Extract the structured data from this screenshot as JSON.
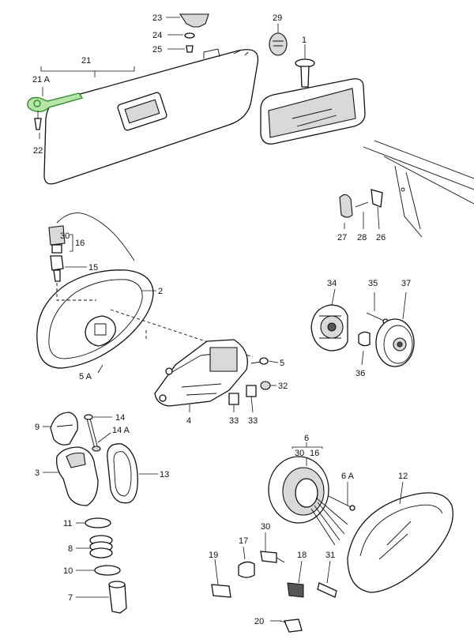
{
  "diagram": {
    "title": "Exploded parts diagram: sun visor, interior mirror and exterior mirror",
    "highlight_color": "#2e8b2e",
    "callouts": [
      {
        "id": "21",
        "label": "21"
      },
      {
        "id": "21A",
        "label": "21 A"
      },
      {
        "id": "22",
        "label": "22"
      },
      {
        "id": "23",
        "label": "23"
      },
      {
        "id": "24",
        "label": "24"
      },
      {
        "id": "25",
        "label": "25"
      },
      {
        "id": "29",
        "label": "29"
      },
      {
        "id": "1",
        "label": "1"
      },
      {
        "id": "27",
        "label": "27"
      },
      {
        "id": "28",
        "label": "28"
      },
      {
        "id": "26",
        "label": "26"
      },
      {
        "id": "30a",
        "label": "30"
      },
      {
        "id": "16a",
        "label": "16"
      },
      {
        "id": "15",
        "label": "15"
      },
      {
        "id": "2",
        "label": "2"
      },
      {
        "id": "34",
        "label": "34"
      },
      {
        "id": "35",
        "label": "35"
      },
      {
        "id": "37",
        "label": "37"
      },
      {
        "id": "36",
        "label": "36"
      },
      {
        "id": "5",
        "label": "5"
      },
      {
        "id": "5A",
        "label": "5 A"
      },
      {
        "id": "32",
        "label": "32"
      },
      {
        "id": "4",
        "label": "4"
      },
      {
        "id": "33a",
        "label": "33"
      },
      {
        "id": "33b",
        "label": "33"
      },
      {
        "id": "9",
        "label": "9"
      },
      {
        "id": "14",
        "label": "14"
      },
      {
        "id": "14A",
        "label": "14 A"
      },
      {
        "id": "3",
        "label": "3"
      },
      {
        "id": "13",
        "label": "13"
      },
      {
        "id": "6",
        "label": "6"
      },
      {
        "id": "30b",
        "label": "30"
      },
      {
        "id": "16b",
        "label": "16"
      },
      {
        "id": "6A",
        "label": "6 A"
      },
      {
        "id": "12",
        "label": "12"
      },
      {
        "id": "11",
        "label": "11"
      },
      {
        "id": "8",
        "label": "8"
      },
      {
        "id": "10",
        "label": "10"
      },
      {
        "id": "7",
        "label": "7"
      },
      {
        "id": "30c",
        "label": "30"
      },
      {
        "id": "17",
        "label": "17"
      },
      {
        "id": "19",
        "label": "19"
      },
      {
        "id": "18",
        "label": "18"
      },
      {
        "id": "31",
        "label": "31"
      },
      {
        "id": "20",
        "label": "20"
      }
    ]
  }
}
